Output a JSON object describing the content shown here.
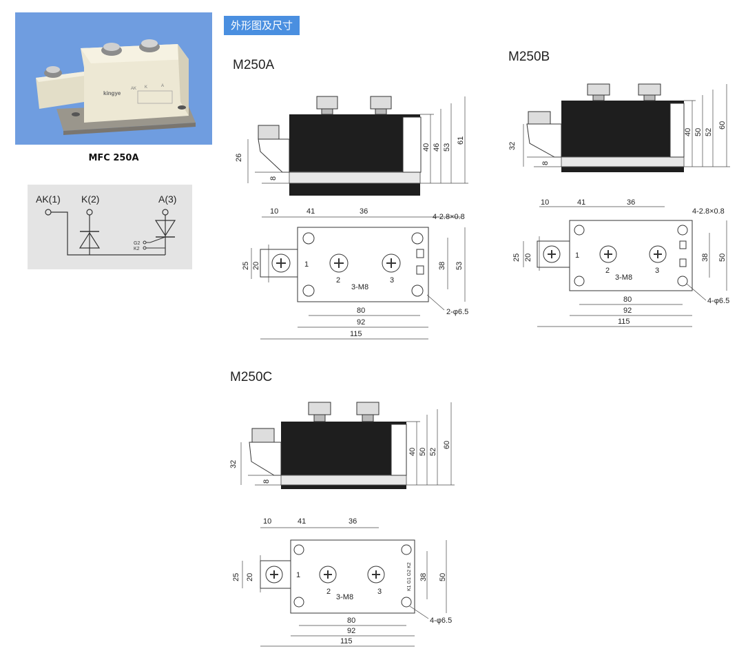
{
  "header": {
    "title": "外形图及尺寸"
  },
  "product": {
    "caption": "MFC 250A",
    "brand": "kingye",
    "terminal_labels": [
      "AK",
      "K",
      "A"
    ]
  },
  "schematic": {
    "labels": [
      "AK(1)",
      "K(2)",
      "A(3)"
    ],
    "gate_labels": [
      "G2",
      "K2"
    ]
  },
  "drawings": [
    {
      "title": "M250A",
      "side_dims": {
        "left": "26",
        "bottom": "8",
        "heights": [
          "40",
          "46",
          "53",
          "61"
        ]
      },
      "top_dims": {
        "top": [
          "10",
          "41",
          "36"
        ],
        "left": [
          "25",
          "20"
        ],
        "right": [
          "38",
          "53"
        ],
        "bottom": [
          "80",
          "92",
          "115"
        ],
        "screws": "3-M8",
        "tabs": "4-2.8×0.8",
        "holes": "2-φ6.5",
        "terminals": [
          "1",
          "2",
          "3"
        ]
      }
    },
    {
      "title": "M250B",
      "side_dims": {
        "left": "32",
        "bottom": "8",
        "heights": [
          "40",
          "50",
          "52",
          "60"
        ]
      },
      "top_dims": {
        "top": [
          "10",
          "41",
          "36"
        ],
        "left": [
          "25",
          "20"
        ],
        "right": [
          "38",
          "50"
        ],
        "bottom": [
          "80",
          "92",
          "115"
        ],
        "screws": "3-M8",
        "tabs": "4-2.8×0.8",
        "holes": "4-φ6.5",
        "terminals": [
          "1",
          "2",
          "3"
        ]
      }
    },
    {
      "title": "M250C",
      "side_dims": {
        "left": "32",
        "bottom": "8",
        "heights": [
          "40",
          "50",
          "52",
          "60"
        ]
      },
      "top_dims": {
        "top": [
          "10",
          "41",
          "36"
        ],
        "left": [
          "25",
          "20"
        ],
        "right": [
          "38",
          "50"
        ],
        "bottom": [
          "80",
          "92",
          "115"
        ],
        "screws": "3-M8",
        "tabs": "",
        "holes": "4-φ6.5",
        "terminals": [
          "1",
          "2",
          "3"
        ],
        "pin_labels": "K1 G1  G2 K2"
      }
    }
  ]
}
